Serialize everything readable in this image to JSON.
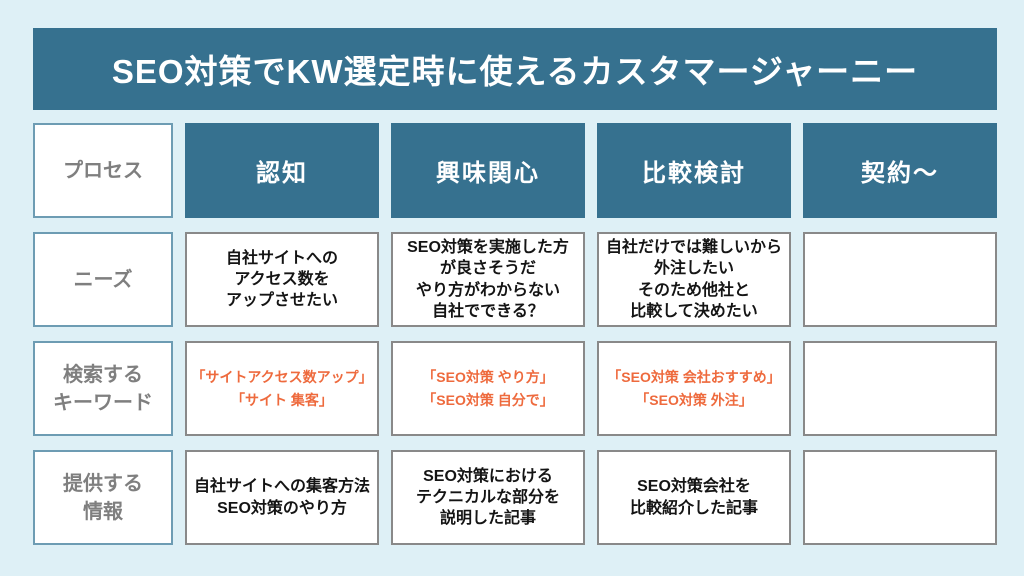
{
  "page": {
    "background_color": "#def0f6",
    "accent_teal": "#36718f",
    "keyword_orange": "#ee6a3d",
    "label_gray": "#7f7f7f",
    "cell_border_gray": "#898989",
    "label_border_blue": "#6d9cb3"
  },
  "banner": {
    "title": "SEO対策でKW選定時に使えるカスタマージャーニー"
  },
  "journey_table": {
    "corner_label": "プロセス",
    "stages": [
      "認知",
      "興味関心",
      "比較検討",
      "契約〜"
    ],
    "rows": [
      {
        "label": "ニーズ",
        "cells": [
          "自社サイトへの\nアクセス数を\nアップさせたい",
          "SEO対策を実施した方\nが良さそうだ\nやり方がわからない\n自社でできる？",
          "自社だけでは難しいから\n外注したい\nそのため他社と\n比較して決めたい",
          ""
        ]
      },
      {
        "label": "検索する\nキーワード",
        "cells": [
          "「サイトアクセス数アップ」\n「サイト 集客」",
          "「SEO対策 やり方」\n「SEO対策 自分で」",
          "「SEO対策 会社おすすめ」\n「SEO対策 外注」",
          ""
        ]
      },
      {
        "label": "提供する\n情報",
        "cells": [
          "自社サイトへの集客方法\nSEO対策のやり方",
          "SEO対策における\nテクニカルな部分を\n説明した記事",
          "SEO対策会社を\n比較紹介した記事",
          ""
        ]
      }
    ]
  }
}
